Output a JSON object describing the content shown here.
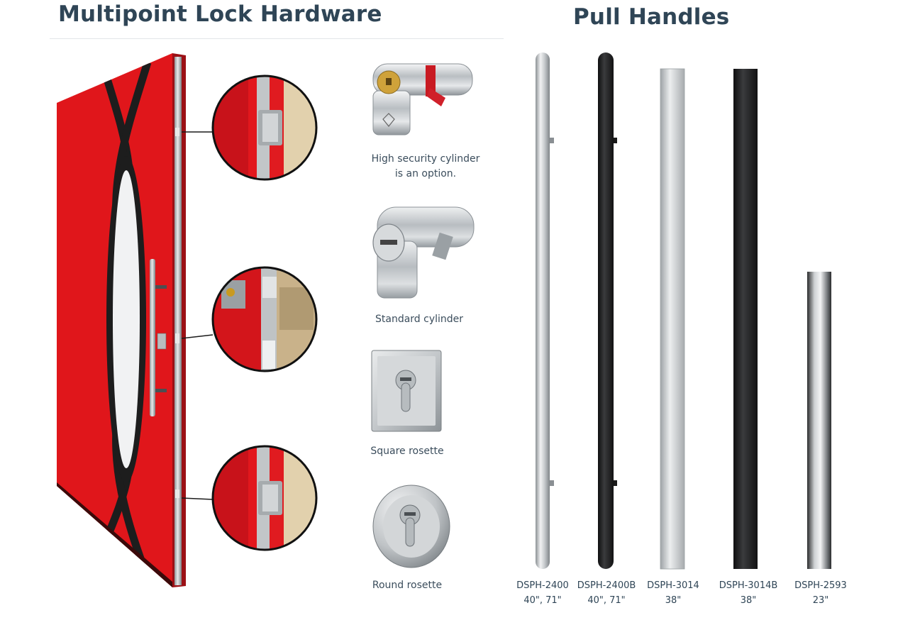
{
  "sections": {
    "left_title": "Multipoint Lock Hardware",
    "right_title": "Pull Handles"
  },
  "cylinders": [
    {
      "line1": "High security cylinder",
      "line2": "is an option."
    },
    {
      "line1": "Standard cylinder"
    },
    {
      "line1": "Square rosette"
    },
    {
      "line1": "Round rosette"
    }
  ],
  "handles": [
    {
      "model": "DSPH-2400",
      "size": "40\", 71\"",
      "finish": "stainless"
    },
    {
      "model": "DSPH-2400B",
      "size": "40\", 71\"",
      "finish": "black"
    },
    {
      "model": "DSPH-3014",
      "size": "38\"",
      "finish": "stainless"
    },
    {
      "model": "DSPH-3014B",
      "size": "38\"",
      "finish": "black"
    },
    {
      "model": "DSPH-2593",
      "size": "23\"",
      "finish": "stainless"
    }
  ],
  "colors": {
    "door_red": "#e0161b",
    "frame_black": "#1b1b1b",
    "steel": "#c9ccce",
    "heading": "#2f4556"
  }
}
